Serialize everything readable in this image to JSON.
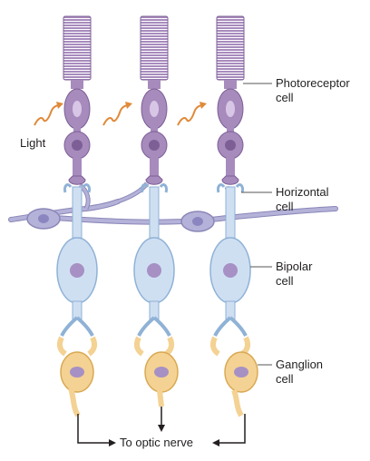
{
  "labels": {
    "photoreceptor_line1": "Photoreceptor",
    "photoreceptor_line2": "cell",
    "horizontal_line1": "Horizontal",
    "horizontal_line2": "cell",
    "bipolar_line1": "Bipolar",
    "bipolar_line2": "cell",
    "ganglion_line1": "Ganglion",
    "ganglion_line2": "cell",
    "light": "Light",
    "optic_nerve": "To optic nerve"
  },
  "colors": {
    "photoreceptor": "#a78bbd",
    "photoreceptor_stroke": "#7d5f96",
    "photoreceptor_nucleus": "#d8c6e6",
    "horizontal": "#b4b2d8",
    "horizontal_stroke": "#8a86b8",
    "bipolar": "#cfdff2",
    "bipolar_stroke": "#8fb2d6",
    "ganglion": "#f4d293",
    "ganglion_stroke": "#d9a953",
    "nucleus": "#a690c4",
    "light_arrow": "#e08a3a",
    "leader": "#555555"
  },
  "icons": [
    "light-arrow-icon",
    "arrow-down-icon",
    "arrow-left-icon",
    "arrow-right-icon"
  ]
}
